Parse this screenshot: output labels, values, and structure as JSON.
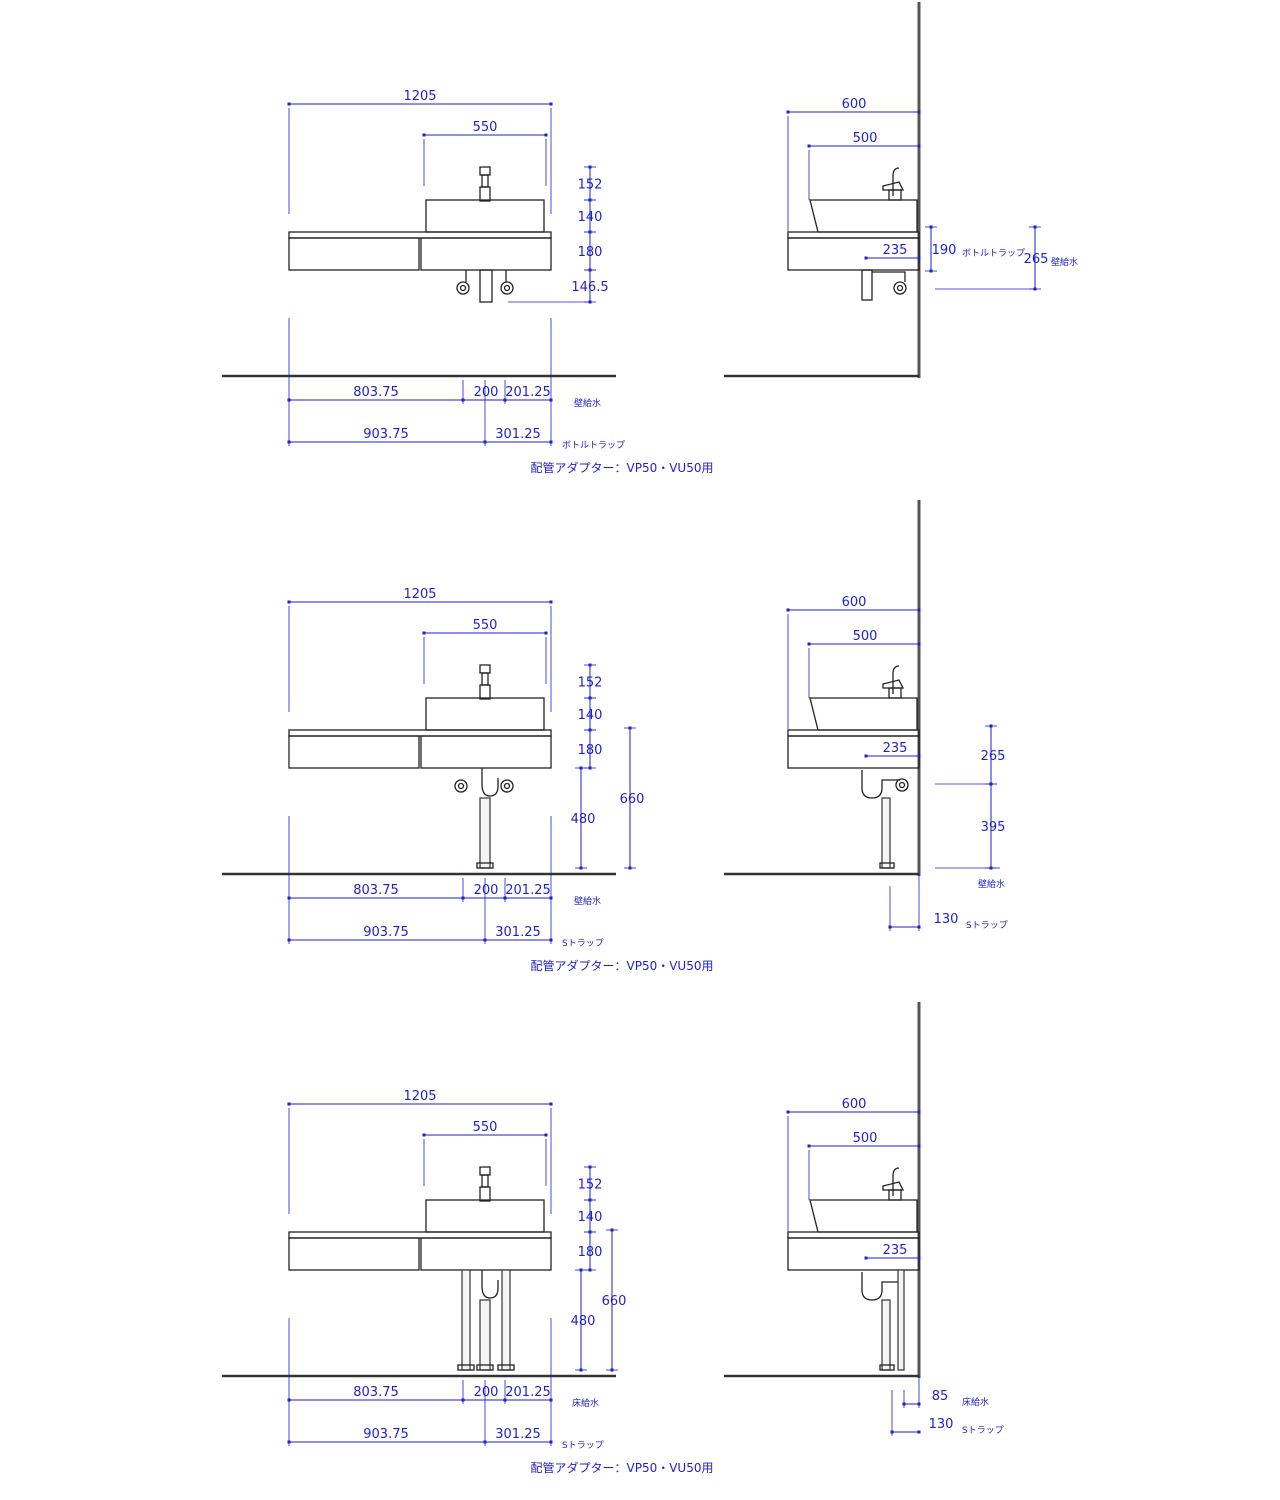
{
  "diagrams": [
    {
      "front": {
        "width_total": "1205",
        "width_basin": "550",
        "h_faucet": "152",
        "h_basin": "140",
        "h_counter": "180",
        "h_trap": "146.5",
        "off_left": "803.75",
        "off_mid": "200",
        "off_right": "201.25",
        "supply_label": "壁給水",
        "drain_left": "903.75",
        "drain_right": "301.25",
        "trap_label": "ボトルトラップ"
      },
      "side": {
        "depth_total": "600",
        "depth_basin": "500",
        "drain_dist": "235",
        "h_drain": "190",
        "h_drain_label": "ボトルトラップ",
        "h_supply": "265",
        "h_supply_label": "壁給水"
      },
      "note": "配管アダプター：VP50・VU50用"
    },
    {
      "front": {
        "width_total": "1205",
        "width_basin": "550",
        "h_faucet": "152",
        "h_basin": "140",
        "h_counter": "180",
        "h_floor": "480",
        "h_total": "660",
        "off_left": "803.75",
        "off_mid": "200",
        "off_right": "201.25",
        "supply_label": "壁給水",
        "drain_left": "903.75",
        "drain_right": "301.25",
        "trap_label": "Sトラップ"
      },
      "side": {
        "depth_total": "600",
        "depth_basin": "500",
        "drain_dist": "235",
        "h_upper": "265",
        "h_lower": "395",
        "supply_label": "壁給水",
        "trap_dist": "130",
        "trap_label": "Sトラップ"
      },
      "note": "配管アダプター：VP50・VU50用"
    },
    {
      "front": {
        "width_total": "1205",
        "width_basin": "550",
        "h_faucet": "152",
        "h_basin": "140",
        "h_counter": "180",
        "h_floor": "480",
        "h_total": "660",
        "off_left": "803.75",
        "off_mid": "200",
        "off_right": "201.25",
        "supply_label": "床給水",
        "drain_left": "903.75",
        "drain_right": "301.25",
        "trap_label": "Sトラップ"
      },
      "side": {
        "depth_total": "600",
        "depth_basin": "500",
        "drain_dist": "235",
        "supply_dist": "85",
        "supply_label": "床給水",
        "trap_dist": "130",
        "trap_label": "Sトラップ"
      },
      "note": "配管アダプター：VP50・VU50用"
    }
  ]
}
